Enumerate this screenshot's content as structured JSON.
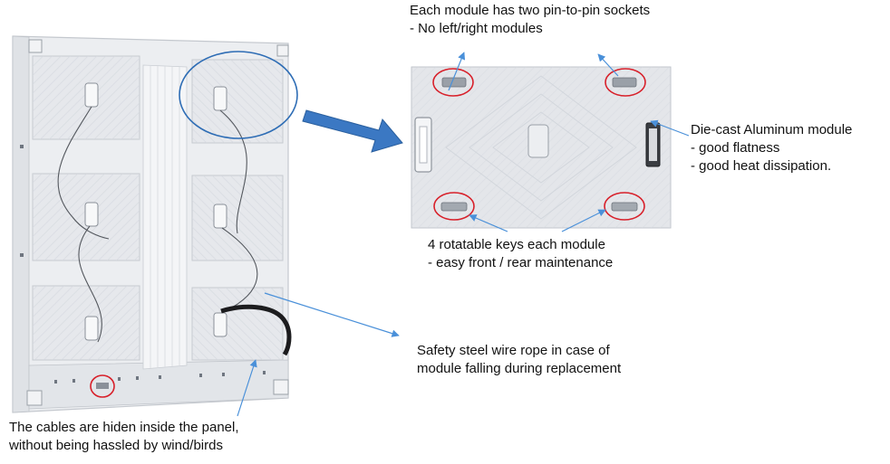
{
  "callouts": {
    "sockets": {
      "line1": "Each module has two pin-to-pin sockets",
      "line2": "- No left/right modules"
    },
    "diecast": {
      "line1": "Die-cast Aluminum module",
      "line2": "- good flatness",
      "line3": "- good heat dissipation."
    },
    "keys": {
      "line1": "4 rotatable keys each module",
      "line2": "- easy front / rear maintenance"
    },
    "wire": {
      "line1": "Safety steel wire rope in case of",
      "line2": "module falling during replacement"
    },
    "cables": {
      "line1": "The cables are hiden inside the panel,",
      "line2": "without being hassled by wind/birds"
    }
  },
  "colors": {
    "highlight_circle": "#d8202a",
    "zoom_ellipse": "#2e6db5",
    "arrow_fill": "#3b78c3",
    "leader_line": "#4a90d9",
    "cabinet_frame": "#e9eaee",
    "module_face": "#e4e6ea"
  },
  "icons": {
    "zoom_arrow": "block-arrow-right-icon",
    "leader": "leader-arrow-icon"
  }
}
